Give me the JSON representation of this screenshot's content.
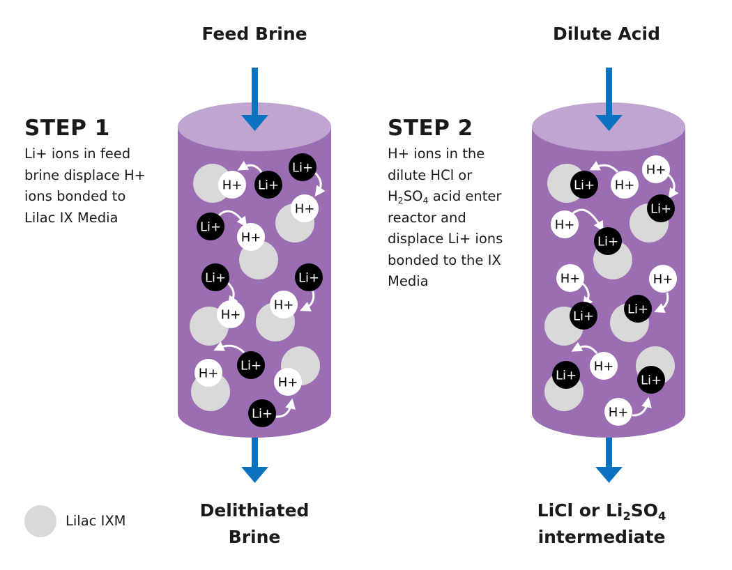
{
  "colors": {
    "cylinder_body": "#9b6db2",
    "cylinder_top": "#c1a5d1",
    "arrow": "#0a72bf",
    "ixm": "#d9d9d9",
    "li_ion": "#000000",
    "h_ion": "#ffffff"
  },
  "step1": {
    "heading": "STEP 1",
    "lines": [
      "Li+ ions in feed",
      "brine displace H+",
      "ions bonded to",
      "Lilac IX Media"
    ],
    "input_label": "Feed Brine",
    "output_label_lines": [
      "Delithiated",
      "Brine"
    ]
  },
  "step2": {
    "heading": "STEP 2",
    "line1": "H+ ions in the",
    "line2": "dilute HCl or",
    "line3_pre": "H",
    "line3_sub1": "2",
    "line3_mid": "SO",
    "line3_sub2": "4",
    "line3_post": " acid enter",
    "line4": "reactor and",
    "line5": "displace Li+ ions",
    "line6": "bonded to the IX",
    "line7": "Media",
    "input_label": "Dilute Acid",
    "output_line1_pre": "LiCl or Li",
    "output_line1_sub1": "2",
    "output_line1_mid": "SO",
    "output_line1_sub2": "4",
    "output_line2": "intermediate"
  },
  "legend": {
    "label": "Lilac IXM"
  },
  "ions": {
    "li_label": "Li+",
    "h_label": "H+"
  },
  "reactor1_pairs": [
    {
      "ixm": [
        305,
        263
      ],
      "bound": "H+",
      "bound_pos": [
        333,
        265
      ],
      "free": "Li+",
      "free_pos": [
        385,
        265
      ],
      "arrow": "left"
    },
    {
      "ixm": [
        423,
        320
      ],
      "bound": "H+",
      "bound_pos": [
        437,
        299
      ],
      "free": "Li+",
      "free_pos": [
        434,
        240
      ],
      "arrow": "down-right"
    },
    {
      "ixm": [
        371,
        373
      ],
      "bound": "H+",
      "bound_pos": [
        360,
        340
      ],
      "free": "Li+",
      "free_pos": [
        302,
        325
      ],
      "arrow": "right"
    },
    {
      "ixm": [
        300,
        468
      ],
      "bound": "H+",
      "bound_pos": [
        331,
        451
      ],
      "free": "Li+",
      "free_pos": [
        309,
        398
      ],
      "arrow": "down-right"
    },
    {
      "ixm": [
        395,
        462
      ],
      "bound": "H+",
      "bound_pos": [
        407,
        437
      ],
      "free": "Li+",
      "free_pos": [
        443,
        398
      ],
      "arrow": "down-left"
    },
    {
      "ixm": [
        302,
        562
      ],
      "bound": "H+",
      "bound_pos": [
        299,
        535
      ],
      "free": "Li+",
      "free_pos": [
        360,
        524
      ],
      "arrow": "left"
    },
    {
      "ixm": [
        431,
        525
      ],
      "bound": "H+",
      "bound_pos": [
        413,
        548
      ],
      "free": "Li+",
      "free_pos": [
        376,
        593
      ],
      "arrow": "up-right"
    }
  ],
  "reactor2_pairs": [
    {
      "ixm": [
        813,
        263
      ],
      "bound": "Li+",
      "bound_pos": [
        838,
        265
      ],
      "free": "H+",
      "free_pos": [
        896,
        265
      ],
      "arrow": "left"
    },
    {
      "ixm": [
        931,
        320
      ],
      "bound": "Li+",
      "bound_pos": [
        948,
        299
      ],
      "free": "H+",
      "free_pos": [
        941,
        243
      ],
      "arrow": "down-right"
    },
    {
      "ixm": [
        879,
        373
      ],
      "bound": "Li+",
      "bound_pos": [
        872,
        346
      ],
      "free": "H+",
      "free_pos": [
        810,
        322
      ],
      "arrow": "right"
    },
    {
      "ixm": [
        809,
        468
      ],
      "bound": "Li+",
      "bound_pos": [
        837,
        453
      ],
      "free": "H+",
      "free_pos": [
        818,
        399
      ],
      "arrow": "down-right"
    },
    {
      "ixm": [
        903,
        463
      ],
      "bound": "Li+",
      "bound_pos": [
        915,
        443
      ],
      "free": "H+",
      "free_pos": [
        951,
        400
      ],
      "arrow": "down-left"
    },
    {
      "ixm": [
        809,
        562
      ],
      "bound": "Li+",
      "bound_pos": [
        812,
        538
      ],
      "free": "H+",
      "free_pos": [
        866,
        525
      ],
      "arrow": "left"
    },
    {
      "ixm": [
        940,
        525
      ],
      "bound": "Li+",
      "bound_pos": [
        934,
        545
      ],
      "free": "H+",
      "free_pos": [
        887,
        591
      ],
      "arrow": "up-right"
    }
  ]
}
